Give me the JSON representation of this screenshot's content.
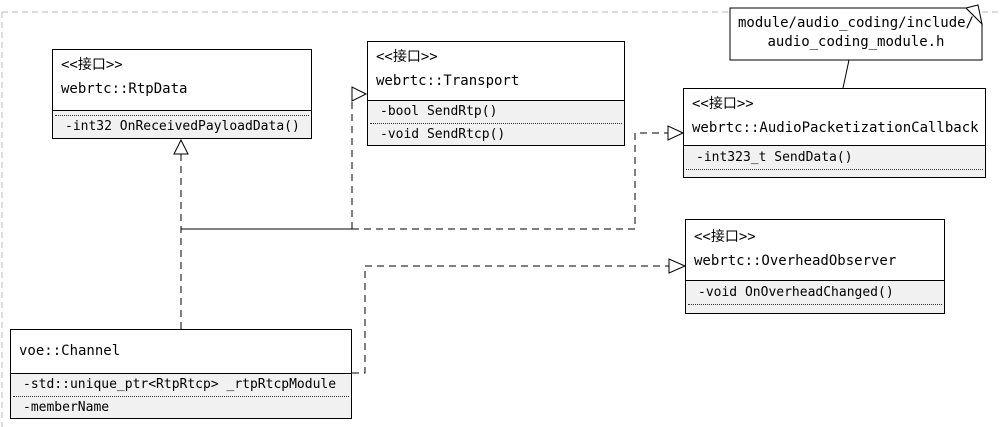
{
  "diagram": {
    "stereotype": "<<接口>>",
    "classes": {
      "rtpdata": {
        "name": "webrtc::RtpData",
        "members": [
          "-int32 OnReceivedPayloadData()"
        ]
      },
      "transport": {
        "name": "webrtc::Transport",
        "members": [
          "-bool SendRtp()",
          "-void SendRtcp()"
        ]
      },
      "callback": {
        "name": "webrtc::AudioPacketizationCallback",
        "members": [
          "-int323_t SendData()"
        ]
      },
      "overhead": {
        "name": "webrtc::OverheadObserver",
        "members": [
          "-void OnOverheadChanged()"
        ]
      },
      "channel": {
        "name": "voe::Channel",
        "members": [
          "-std::unique_ptr<RtpRtcp> _rtpRtcpModule",
          "-memberName"
        ]
      }
    },
    "note": {
      "line1": "module/audio_coding/include/",
      "line2": "audio_coding_module.h"
    },
    "relationships": [
      {
        "from": "voe::Channel",
        "to": "webrtc::RtpData",
        "type": "realization",
        "line": "dashed"
      },
      {
        "from": "voe::Channel",
        "to": "webrtc::Transport",
        "type": "realization",
        "line": "dashed"
      },
      {
        "from": "voe::Channel",
        "to": "webrtc::AudioPacketizationCallback",
        "type": "realization",
        "line": "dashed"
      },
      {
        "from": "voe::Channel",
        "to": "webrtc::OverheadObserver",
        "type": "realization",
        "line": "dashed"
      },
      {
        "from": "note",
        "to": "webrtc::AudioPacketizationCallback",
        "type": "note-anchor",
        "line": "solid"
      }
    ],
    "colors": {
      "box_border": "#000000",
      "compartment_fill": "#f1f1f1",
      "title_fill": "#ffffff",
      "canvas_border": "#b8b8b8",
      "line": "#000000"
    }
  }
}
